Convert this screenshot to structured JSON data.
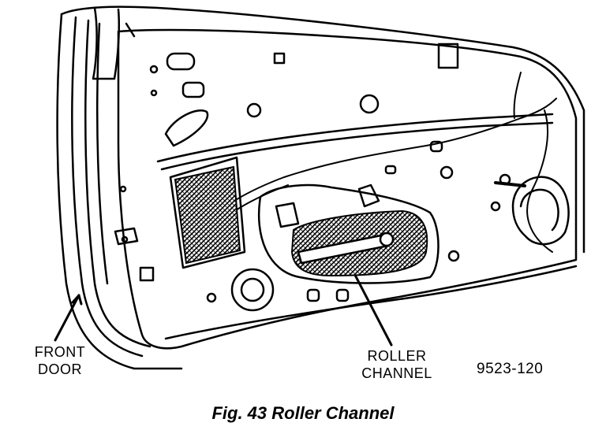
{
  "callouts": {
    "front_door": [
      "FRONT",
      "DOOR"
    ],
    "roller_channel": [
      "ROLLER",
      "CHANNEL"
    ]
  },
  "figure_number": "9523-120",
  "caption": "Fig. 43 Roller Channel",
  "colors": {
    "ink": "#000000",
    "paper": "#ffffff"
  }
}
